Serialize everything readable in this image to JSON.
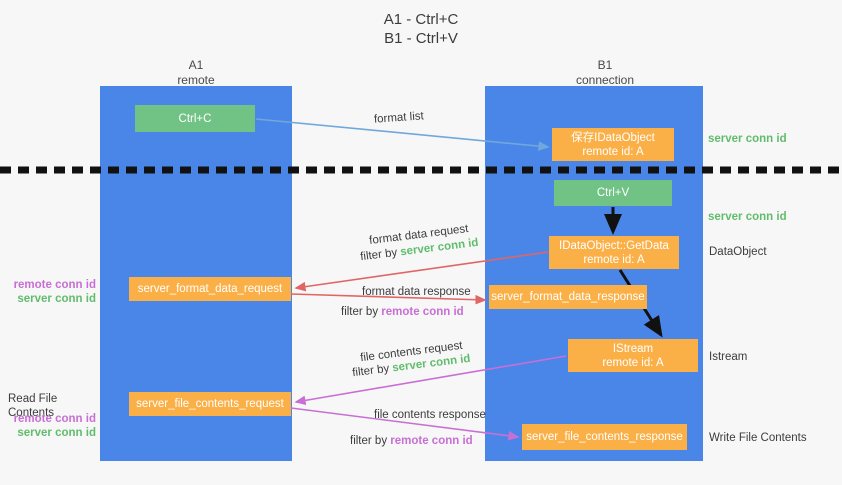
{
  "title": {
    "line1": "A1 - Ctrl+C",
    "line2": "B1 - Ctrl+V"
  },
  "colors": {
    "lane": "#4a86e8",
    "green_box": "#71c285",
    "orange_box": "#fbb047",
    "server_conn_green": "#61bd6d",
    "remote_conn_magenta": "#c86fd4",
    "arrow_blue": "#6fa8dc",
    "arrow_red": "#e06666",
    "arrow_magenta": "#c householder"
  },
  "lanes": [
    {
      "id": "a1",
      "title": "A1",
      "subtitle": "remote"
    },
    {
      "id": "b1",
      "title": "B1",
      "subtitle": "connection"
    }
  ],
  "nodes": {
    "ctrl_c": {
      "label": "Ctrl+C"
    },
    "idataobject": {
      "line1": "保存IDataObject",
      "line2": "remote id: A"
    },
    "ctrl_v": {
      "label": "Ctrl+V"
    },
    "getdata": {
      "line1": "IDataObject::GetData",
      "line2": "remote id: A"
    },
    "istream": {
      "line1": "IStream",
      "line2": "remote id: A"
    },
    "server_format_data_request": {
      "label": "server_format_data_request"
    },
    "server_format_data_response": {
      "label": "server_format_data_response"
    },
    "server_file_contents_request": {
      "label": "server_file_contents_request"
    },
    "server_file_contents_response": {
      "label": "server_file_contents_response"
    }
  },
  "right_labels": {
    "server_conn_id_top": "server conn id",
    "server_conn_id_mid": "server conn id",
    "dataobject": "DataObject",
    "istream": "Istream",
    "write_file_contents": "Write File Contents"
  },
  "left_labels": {
    "remote_conn_id_1": "remote conn id",
    "server_conn_id_1": "server conn id",
    "read_file_contents": "Read File Contents",
    "remote_conn_id_2": "remote conn id",
    "server_conn_id_2": "server conn id"
  },
  "captions": {
    "format_list": "format list",
    "format_data_request": "format data request",
    "filter_by": "filter by ",
    "server_conn_id": "server conn id",
    "remote_conn_id": "remote conn id",
    "format_data_response": "format data response",
    "file_contents_request": "file contents request",
    "file_contents_response": "file contents response"
  }
}
